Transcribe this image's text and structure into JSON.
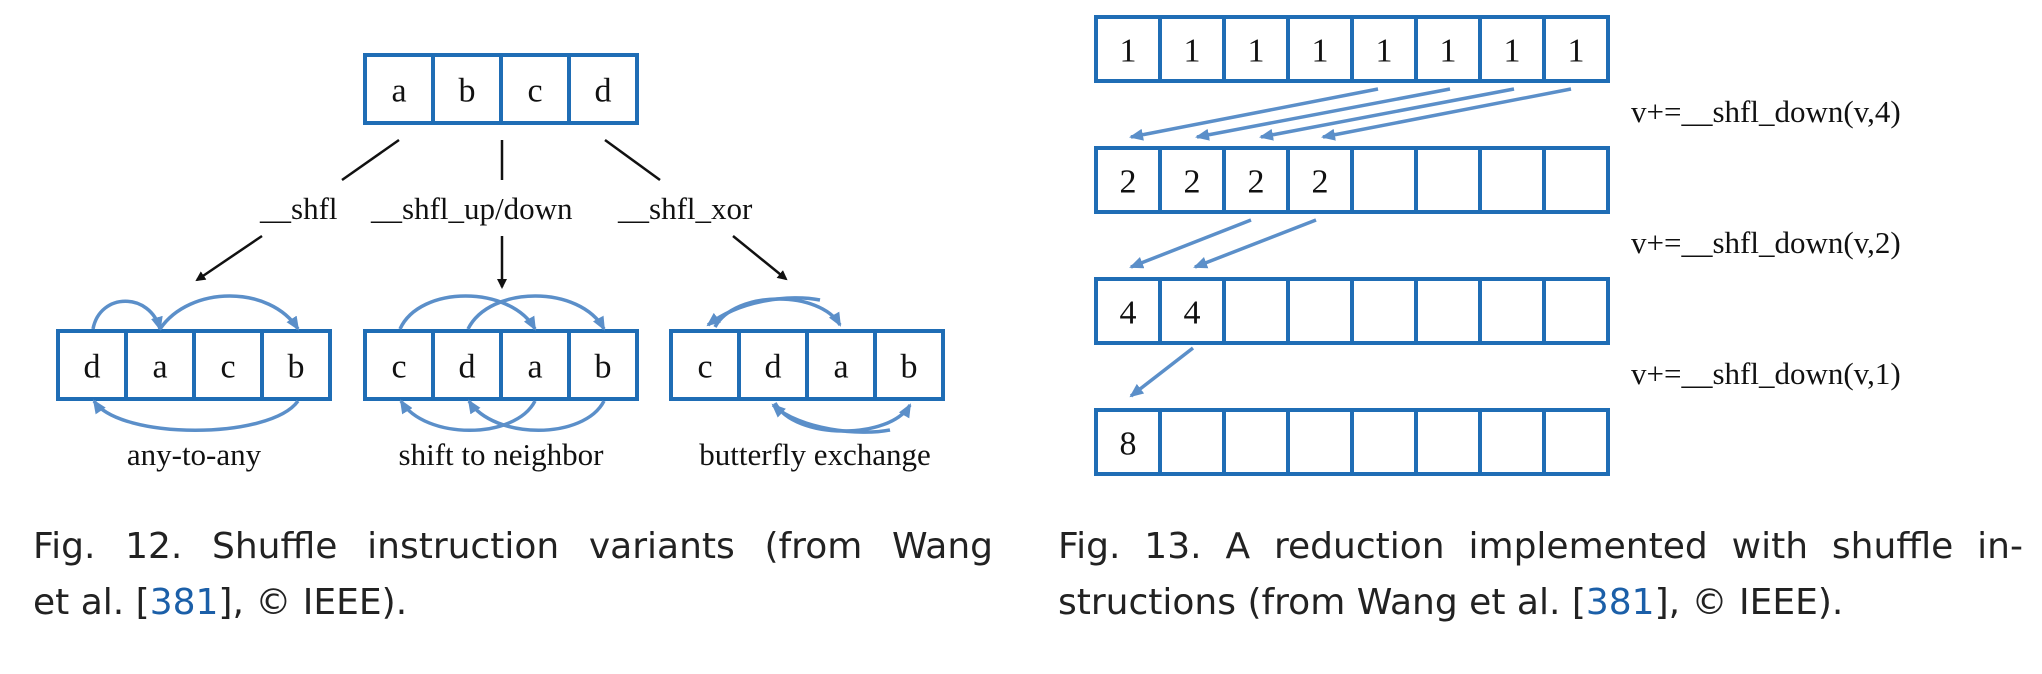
{
  "colors": {
    "cell_border": "#1f6db5",
    "arrow_blue": "#5b8fc9",
    "ref_link": "#1b5fa8",
    "text": "#111111"
  },
  "fig12": {
    "top_cells": [
      "a",
      "b",
      "c",
      "d"
    ],
    "variants": [
      "__shfl",
      "__shfl_up/down",
      "__shfl_xor"
    ],
    "groups": [
      {
        "cells": [
          "d",
          "a",
          "c",
          "b"
        ],
        "label": "any-to-any"
      },
      {
        "cells": [
          "c",
          "d",
          "a",
          "b"
        ],
        "label": "shift to neighbor"
      },
      {
        "cells": [
          "c",
          "d",
          "a",
          "b"
        ],
        "label": "butterfly exchange"
      }
    ],
    "caption_line1": "Fig. 12. Shuffle instruction variants (from Wang",
    "caption_l2_pre": "et al. [",
    "caption_ref": "381",
    "caption_l2_post": "], © IEEE)."
  },
  "fig13": {
    "rows": [
      [
        "1",
        "1",
        "1",
        "1",
        "1",
        "1",
        "1",
        "1"
      ],
      [
        "2",
        "2",
        "2",
        "2",
        "",
        "",
        "",
        ""
      ],
      [
        "4",
        "4",
        "",
        "",
        "",
        "",
        "",
        ""
      ],
      [
        "8",
        "",
        "",
        "",
        "",
        "",
        "",
        ""
      ]
    ],
    "steps": [
      "v+=__shfl_down(v,4)",
      "v+=__shfl_down(v,2)",
      "v+=__shfl_down(v,1)"
    ],
    "caption_line1": "Fig. 13. A reduction implemented with shuffle in-",
    "caption_l2_pre": "structions (from Wang et al. [",
    "caption_ref": "381",
    "caption_l2_post": "], © IEEE)."
  }
}
